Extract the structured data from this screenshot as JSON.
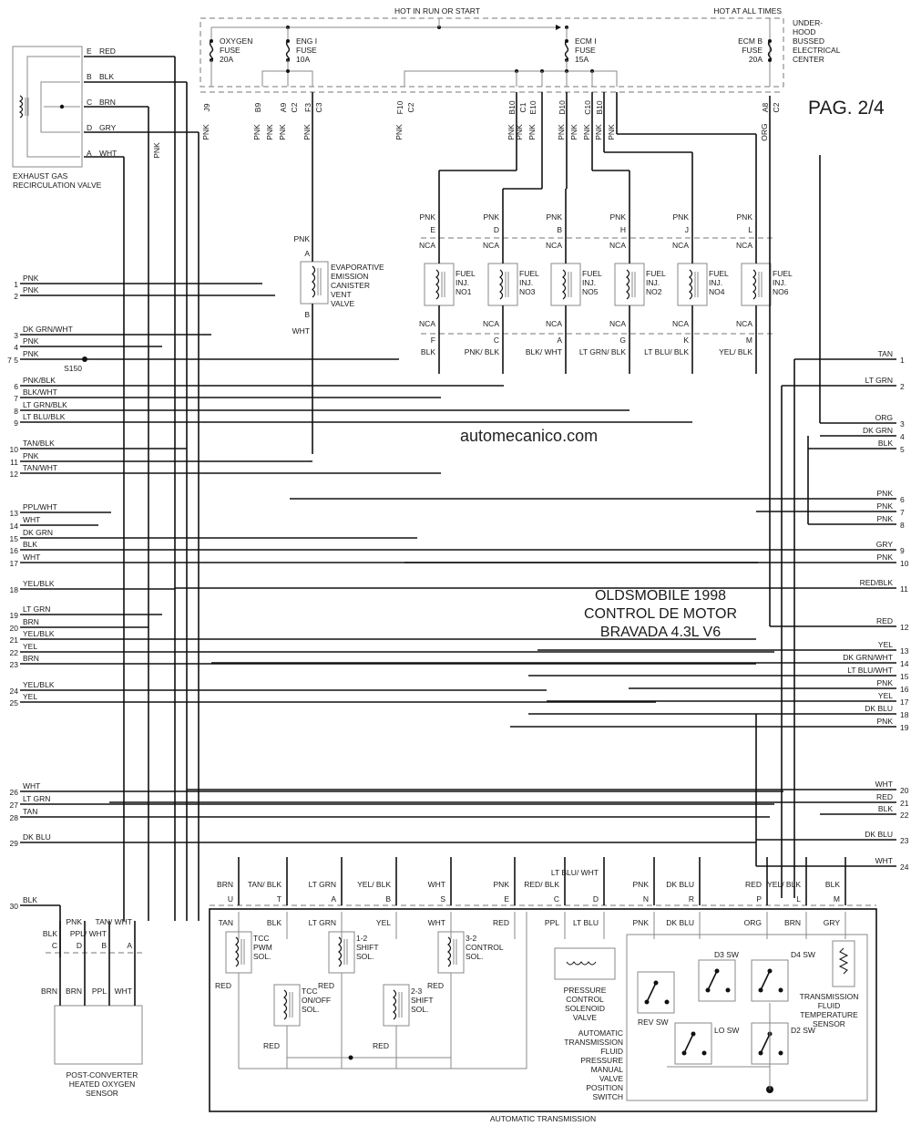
{
  "title": {
    "line1": "OLDSMOBILE 1998",
    "line2": "CONTROL DE MOTOR",
    "line3": "BRAVADA 4.3L V6"
  },
  "page_label": "PAG. 2/4",
  "watermark": "automecanico.com",
  "fuse_block": {
    "hot_run": "HOT IN RUN OR START",
    "hot_all": "HOT AT ALL TIMES",
    "name": [
      "UNDER-",
      "HOOD",
      "BUSSED",
      "ELECTRICAL",
      "CENTER"
    ],
    "fuses": [
      {
        "name": "OXYGEN",
        "label": "FUSE",
        "rating": "20A"
      },
      {
        "name": "ENG I",
        "label": "FUSE",
        "rating": "10A"
      },
      {
        "name": "ECM I",
        "label": "FUSE",
        "rating": "15A"
      },
      {
        "name": "ECM B",
        "label": "FUSE",
        "rating": "20A"
      }
    ],
    "terminals": [
      {
        "pin": "J9",
        "conn": "",
        "wire": "PNK"
      },
      {
        "pin": "B9",
        "conn": "",
        "wire": "PNK"
      },
      {
        "pin": "",
        "conn": "",
        "wire": "PNK"
      },
      {
        "pin": "A9",
        "conn": "C2",
        "wire": "PNK"
      },
      {
        "pin": "F3",
        "conn": "C3",
        "wire": "PNK"
      },
      {
        "pin": "F10",
        "conn": "C2",
        "wire": "PNK"
      },
      {
        "pin": "B10",
        "conn": "C1",
        "wire": "PNK"
      },
      {
        "pin": "",
        "conn": "",
        "wire": "PNK"
      },
      {
        "pin": "E10",
        "conn": "",
        "wire": "PNK"
      },
      {
        "pin": "D10",
        "conn": "",
        "wire": "PNK"
      },
      {
        "pin": "",
        "conn": "",
        "wire": "PNK"
      },
      {
        "pin": "C10",
        "conn": "",
        "wire": "PNK"
      },
      {
        "pin": "B10",
        "conn": "",
        "wire": "PNK"
      },
      {
        "pin": "",
        "conn": "",
        "wire": "PNK"
      },
      {
        "pin": "A8",
        "conn": "C2",
        "wire": "ORG"
      }
    ]
  },
  "egr": {
    "name": [
      "EXHAUST GAS",
      "RECIRCULATION VALVE"
    ],
    "pins": [
      {
        "pin": "E",
        "wire": "RED"
      },
      {
        "pin": "B",
        "wire": "BLK"
      },
      {
        "pin": "C",
        "wire": "BRN"
      },
      {
        "pin": "D",
        "wire": "GRY"
      },
      {
        "pin": "A",
        "wire": "WHT"
      }
    ],
    "pnk_label": "PNK"
  },
  "evap": {
    "name": [
      "EVAPORATIVE",
      "EMISSION",
      "CANISTER",
      "VENT",
      "VALVE"
    ],
    "top_wire": "PNK",
    "top_pin": "A",
    "bottom_pin": "B",
    "bottom_wire": "WHT"
  },
  "injectors": [
    {
      "name": [
        "FUEL",
        "INJ.",
        "NO1"
      ],
      "top_wire": "PNK",
      "top_pin": "E",
      "bottom_pin": "F",
      "bottom_wire": "BLK"
    },
    {
      "name": [
        "FUEL",
        "INJ.",
        "NO3"
      ],
      "top_wire": "PNK",
      "top_pin": "D",
      "bottom_pin": "C",
      "bottom_wire": "PNK/ BLK"
    },
    {
      "name": [
        "FUEL",
        "INJ.",
        "NO5"
      ],
      "top_wire": "PNK",
      "top_pin": "B",
      "bottom_pin": "A",
      "bottom_wire": "BLK/ WHT"
    },
    {
      "name": [
        "FUEL",
        "INJ.",
        "NO2"
      ],
      "top_wire": "PNK",
      "top_pin": "H",
      "bottom_pin": "G",
      "bottom_wire": "LT GRN/ BLK"
    },
    {
      "name": [
        "FUEL",
        "INJ.",
        "NO4"
      ],
      "top_wire": "PNK",
      "top_pin": "J",
      "bottom_pin": "K",
      "bottom_wire": "LT BLU/ BLK"
    },
    {
      "name": [
        "FUEL",
        "INJ.",
        "NO6"
      ],
      "top_wire": "PNK",
      "top_pin": "L",
      "bottom_pin": "M",
      "bottom_wire": "YEL/ BLK"
    }
  ],
  "nca": "NCA",
  "splice": "S150",
  "left_pins": [
    {
      "n": "1",
      "wire": "PNK"
    },
    {
      "n": "2",
      "wire": "PNK"
    },
    {
      "n": "3",
      "wire": "DK GRN/WHT"
    },
    {
      "n": "4",
      "wire": "PNK"
    },
    {
      "n": "7 5",
      "wire": "PNK"
    },
    {
      "n": "6",
      "wire": "PNK/BLK"
    },
    {
      "n": "7",
      "wire": "BLK/WHT"
    },
    {
      "n": "8",
      "wire": "LT GRN/BLK"
    },
    {
      "n": "9",
      "wire": "LT BLU/BLK"
    },
    {
      "n": "10",
      "wire": "TAN/BLK"
    },
    {
      "n": "11",
      "wire": "PNK"
    },
    {
      "n": "12",
      "wire": "TAN/WHT"
    },
    {
      "n": "13",
      "wire": "PPL/WHT"
    },
    {
      "n": "14",
      "wire": "WHT"
    },
    {
      "n": "15",
      "wire": "DK GRN"
    },
    {
      "n": "16",
      "wire": "BLK"
    },
    {
      "n": "17",
      "wire": "WHT"
    },
    {
      "n": "18",
      "wire": "YEL/BLK"
    },
    {
      "n": "19",
      "wire": "LT GRN"
    },
    {
      "n": "20",
      "wire": "BRN"
    },
    {
      "n": "21",
      "wire": "YEL/BLK"
    },
    {
      "n": "22",
      "wire": "YEL"
    },
    {
      "n": "23",
      "wire": "BRN"
    },
    {
      "n": "24",
      "wire": "YEL/BLK"
    },
    {
      "n": "25",
      "wire": "YEL"
    },
    {
      "n": "26",
      "wire": "WHT"
    },
    {
      "n": "27",
      "wire": "LT GRN"
    },
    {
      "n": "28",
      "wire": "TAN"
    },
    {
      "n": "29",
      "wire": "DK BLU"
    },
    {
      "n": "30",
      "wire": "BLK"
    }
  ],
  "right_pins": [
    {
      "n": "1",
      "wire": "TAN"
    },
    {
      "n": "2",
      "wire": "LT GRN"
    },
    {
      "n": "3",
      "wire": "ORG"
    },
    {
      "n": "4",
      "wire": "DK GRN"
    },
    {
      "n": "5",
      "wire": "BLK"
    },
    {
      "n": "6",
      "wire": "PNK"
    },
    {
      "n": "7",
      "wire": "PNK"
    },
    {
      "n": "8",
      "wire": "PNK"
    },
    {
      "n": "9",
      "wire": "GRY"
    },
    {
      "n": "10",
      "wire": "PNK"
    },
    {
      "n": "11",
      "wire": "RED/BLK"
    },
    {
      "n": "12",
      "wire": "RED"
    },
    {
      "n": "13",
      "wire": "YEL"
    },
    {
      "n": "14",
      "wire": "DK GRN/WHT"
    },
    {
      "n": "15",
      "wire": "LT BLU/WHT"
    },
    {
      "n": "16",
      "wire": "PNK"
    },
    {
      "n": "17",
      "wire": "YEL"
    },
    {
      "n": "18",
      "wire": "DK BLU"
    },
    {
      "n": "19",
      "wire": "PNK"
    },
    {
      "n": "20",
      "wire": "WHT"
    },
    {
      "n": "21",
      "wire": "RED"
    },
    {
      "n": "22",
      "wire": "BLK"
    },
    {
      "n": "23",
      "wire": "DK BLU"
    },
    {
      "n": "24",
      "wire": "WHT"
    }
  ],
  "o2_sensor": {
    "name": [
      "POST-CONVERTER",
      "HEATED OXYGEN",
      "SENSOR"
    ],
    "pins": [
      {
        "pin": "C",
        "outer": "BLK",
        "inner": "BRN"
      },
      {
        "pin": "D",
        "outer": "PNK",
        "inner": "BRN"
      },
      {
        "pin": "B",
        "outer": "PPL/ WHT",
        "inner": "PPL"
      },
      {
        "pin": "A",
        "outer": "TAN/ WHT",
        "inner": "WHT"
      }
    ]
  },
  "transmission": {
    "name": "AUTOMATIC TRANSMISSION",
    "pins": [
      {
        "pin": "U",
        "outer": "BRN",
        "inner": "TAN"
      },
      {
        "pin": "T",
        "outer": "TAN/ BLK",
        "inner": "BLK"
      },
      {
        "pin": "A",
        "outer": "LT GRN",
        "inner": "LT GRN"
      },
      {
        "pin": "B",
        "outer": "YEL/ BLK",
        "inner": "YEL"
      },
      {
        "pin": "S",
        "outer": "WHT",
        "inner": "WHT"
      },
      {
        "pin": "E",
        "outer": "PNK",
        "inner": "RED"
      },
      {
        "pin": "C",
        "outer": "RED/ BLK",
        "inner": "PPL"
      },
      {
        "pin": "D",
        "outer": "LT BLU/ WHT",
        "inner": "LT BLU"
      },
      {
        "pin": "N",
        "outer": "PNK",
        "inner": "PNK"
      },
      {
        "pin": "R",
        "outer": "DK BLU",
        "inner": "DK BLU"
      },
      {
        "pin": "P",
        "outer": "RED",
        "inner": "ORG"
      },
      {
        "pin": "L",
        "outer": "YEL/ BLK",
        "inner": "BRN"
      },
      {
        "pin": "M",
        "outer": "BLK",
        "inner": "GRY"
      }
    ],
    "solenoids": [
      {
        "name": [
          "TCC",
          "PWM",
          "SOL."
        ],
        "ret": "RED"
      },
      {
        "name": [
          "TCC",
          "ON/OFF",
          "SOL."
        ],
        "ret": "RED"
      },
      {
        "name": [
          "1-2",
          "SHIFT",
          "SOL."
        ],
        "ret": "RED"
      },
      {
        "name": [
          "2-3",
          "SHIFT",
          "SOL."
        ],
        "ret": "RED"
      },
      {
        "name": [
          "3-2",
          "CONTROL",
          "SOL."
        ],
        "ret": "RED"
      }
    ],
    "pcs": [
      "PRESSURE",
      "CONTROL",
      "SOLENOID",
      "VALVE"
    ],
    "switch_name": [
      "AUTOMATIC",
      "TRANSMISSION",
      "FLUID",
      "PRESSURE",
      "MANUAL",
      "VALVE",
      "POSITION",
      "SWITCH"
    ],
    "switches": [
      "REV SW",
      "LO SW",
      "D3 SW",
      "D4 SW",
      "D2 SW"
    ],
    "tft": [
      "TRANSMISSION",
      "FLUID",
      "TEMPERATURE",
      "SENSOR"
    ]
  }
}
